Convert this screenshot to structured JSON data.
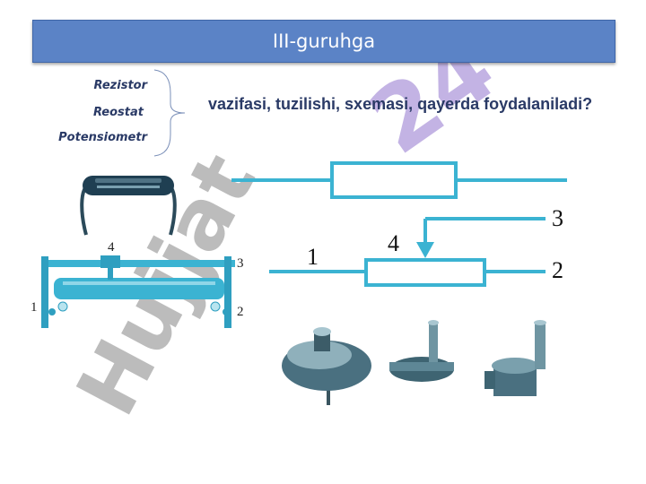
{
  "title": "III-guruhga",
  "labels": {
    "rezistor": "Rezistor",
    "reostat": "Reostat",
    "potensiometr": "Potensiometr"
  },
  "question": "vazifasi, tuzilishi, sxemasi, qayerda foydalaniladi?",
  "watermark": "Hujjat 24",
  "reostat_terminals": {
    "t1": "1",
    "t2": "2",
    "t3": "3",
    "t4": "4"
  },
  "schematic_terminals": {
    "t1": "1",
    "t2": "2",
    "t3": "3",
    "t4": "4"
  },
  "colors": {
    "title_bg": "#5b83c6",
    "component": "#3bb3d2",
    "text": "#2a3a66",
    "watermark_purple": "#b9a6df",
    "watermark_gray": "#b0b0b0"
  }
}
